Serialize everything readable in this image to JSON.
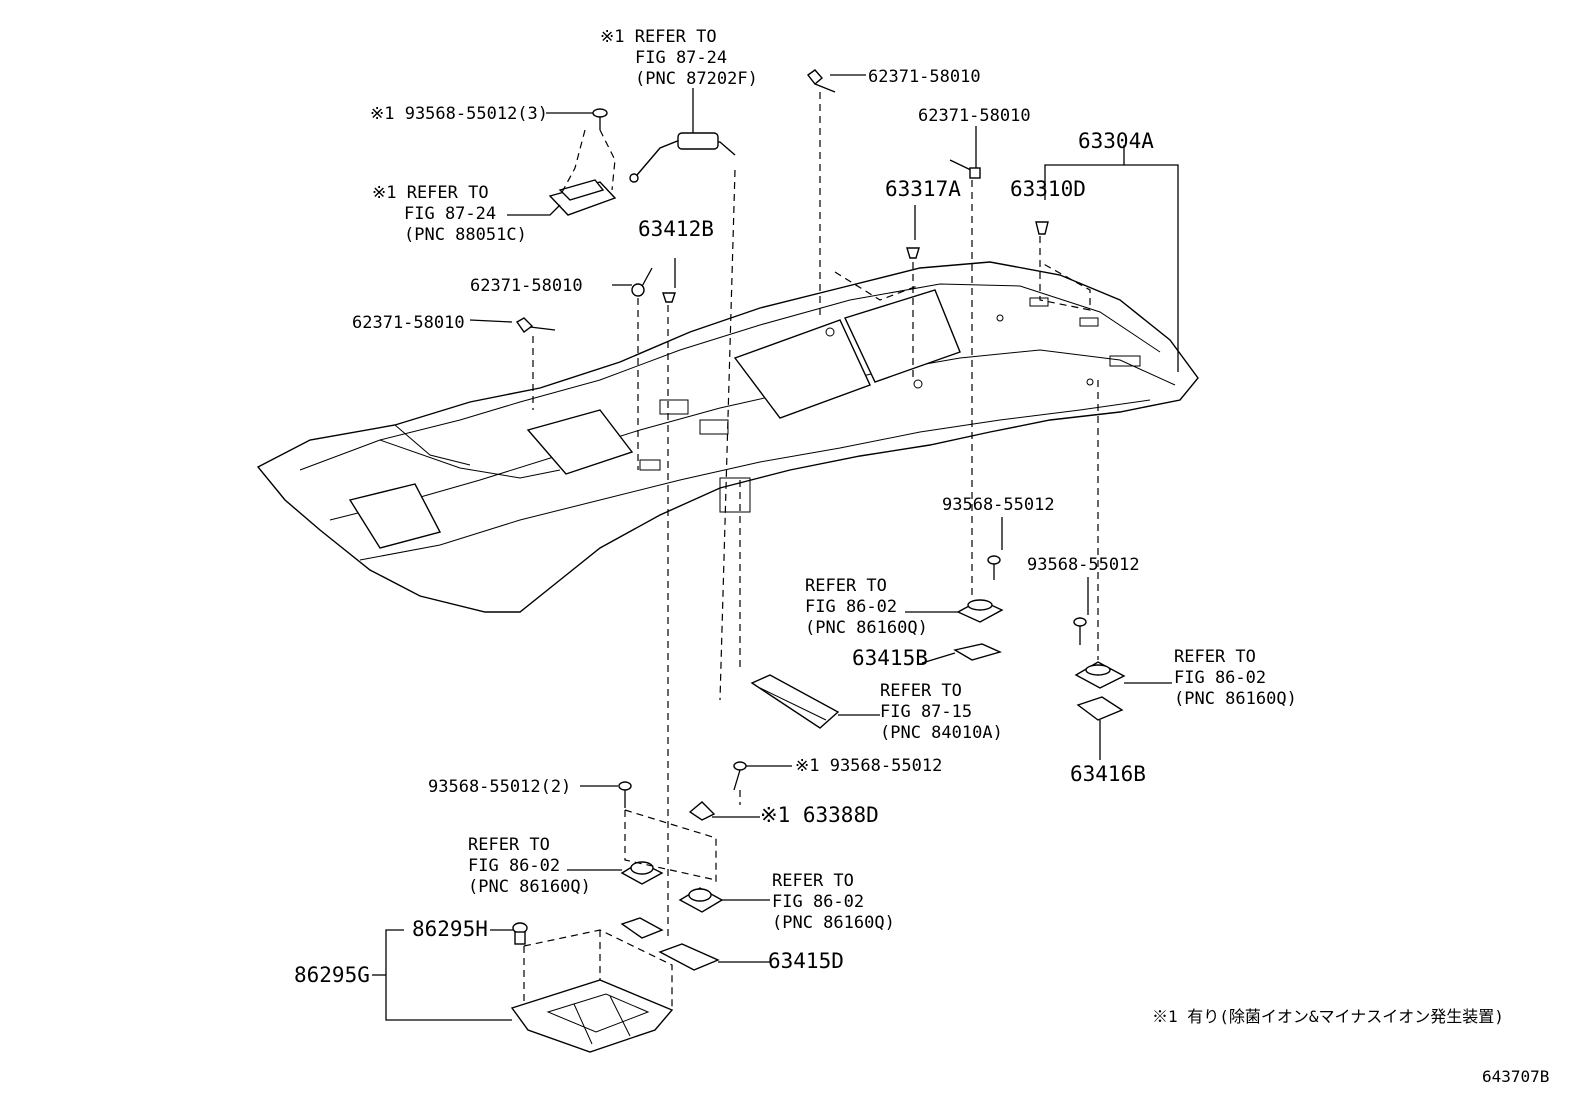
{
  "labels": {
    "l01a": "※1 REFER TO",
    "l01b": "FIG 87-24",
    "l01c": "(PNC 87202F)",
    "l02": "※1 93568-55012(3)",
    "l03a": "※1 REFER TO",
    "l03b": "FIG 87-24",
    "l03c": "(PNC 88051C)",
    "l04": "62371-58010",
    "l05": "62371-58010",
    "l06": "62371-58010",
    "l07": "62371-58010",
    "l08": "63304A",
    "l09": "63317A",
    "l10": "63310D",
    "l11": "63412B",
    "l12": "93568-55012",
    "l13a": "REFER TO",
    "l13b": "FIG 86-02",
    "l13c": "(PNC 86160Q)",
    "l14": "93568-55012",
    "l15": "63415B",
    "l16a": "REFER TO",
    "l16b": "FIG 86-02",
    "l16c": "(PNC 86160Q)",
    "l17a": "REFER TO",
    "l17b": "FIG 87-15",
    "l17c": "(PNC 84010A)",
    "l18": "63416B",
    "l19": "※1 93568-55012",
    "l20": "93568-55012(2)",
    "l21": "※1 63388D",
    "l22a": "REFER TO",
    "l22b": "FIG 86-02",
    "l22c": "(PNC 86160Q)",
    "l23a": "REFER TO",
    "l23b": "FIG 86-02",
    "l23c": "(PNC 86160Q)",
    "l24": "86295H",
    "l25": "86295G",
    "l26": "63415D",
    "note": "※1 有り(除菌イオン&マイナスイオン発生装置)",
    "figure_id": "643707B"
  }
}
